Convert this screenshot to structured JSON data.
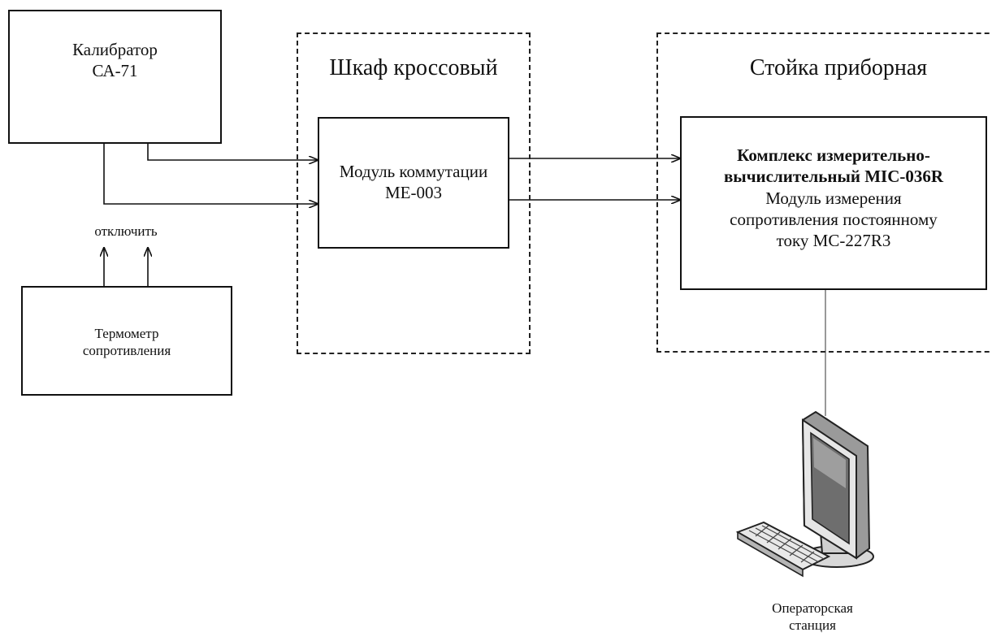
{
  "calibrator": {
    "line1": "Калибратор",
    "line2": "СА-71"
  },
  "cross_cabinet": {
    "title": "Шкаф кроссовый"
  },
  "switch_module": {
    "line1": "Модуль коммутации",
    "line2": "МЕ-003"
  },
  "instrument_rack": {
    "title": "Стойка приборная"
  },
  "complex": {
    "line1": "Комплекс измерительно-",
    "line2": "вычислительный MIC-036R",
    "line3": "Модуль измерения",
    "line4": "сопротивления постоянному",
    "line5": "току MC-227R3"
  },
  "disconnect_label": "отключить",
  "thermometer": {
    "line1": "Термометр",
    "line2": "сопротивления"
  },
  "operator_station": {
    "line1": "Операторская",
    "line2": "станция"
  }
}
